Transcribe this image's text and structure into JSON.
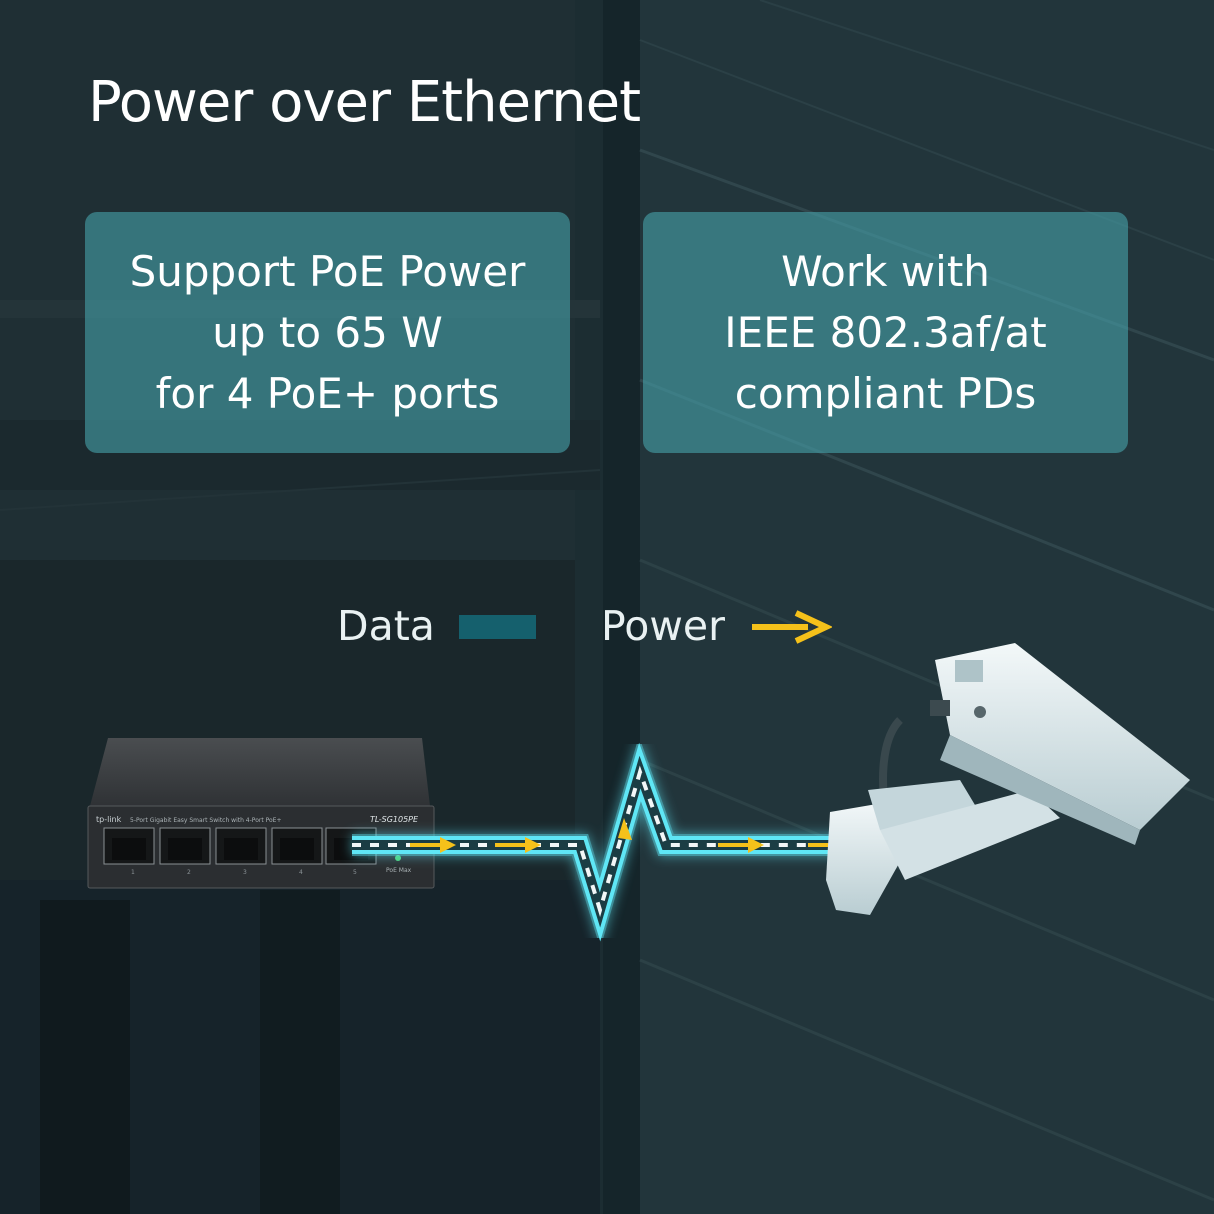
{
  "headline": "Power over Ethernet",
  "cards": [
    {
      "lines": [
        "Support PoE Power",
        "up to 65 W",
        "for 4 PoE+ ports"
      ]
    },
    {
      "lines": [
        "Work with",
        "IEEE 802.3af/at",
        "compliant PDs"
      ]
    }
  ],
  "legend": {
    "data_label": "Data",
    "power_label": "Power",
    "data_color": "#15606d",
    "power_color": "#f5c11a"
  },
  "switch": {
    "model": "TL-SG105PE",
    "brand": "tp-link",
    "subtitle": "5-Port Gigabit Easy Smart Switch with 4-Port PoE+",
    "poe_max_label": "PoE Max",
    "port_numbers": [
      "1",
      "2",
      "3",
      "4",
      "5"
    ]
  },
  "cable_color": "#5fe6f5"
}
